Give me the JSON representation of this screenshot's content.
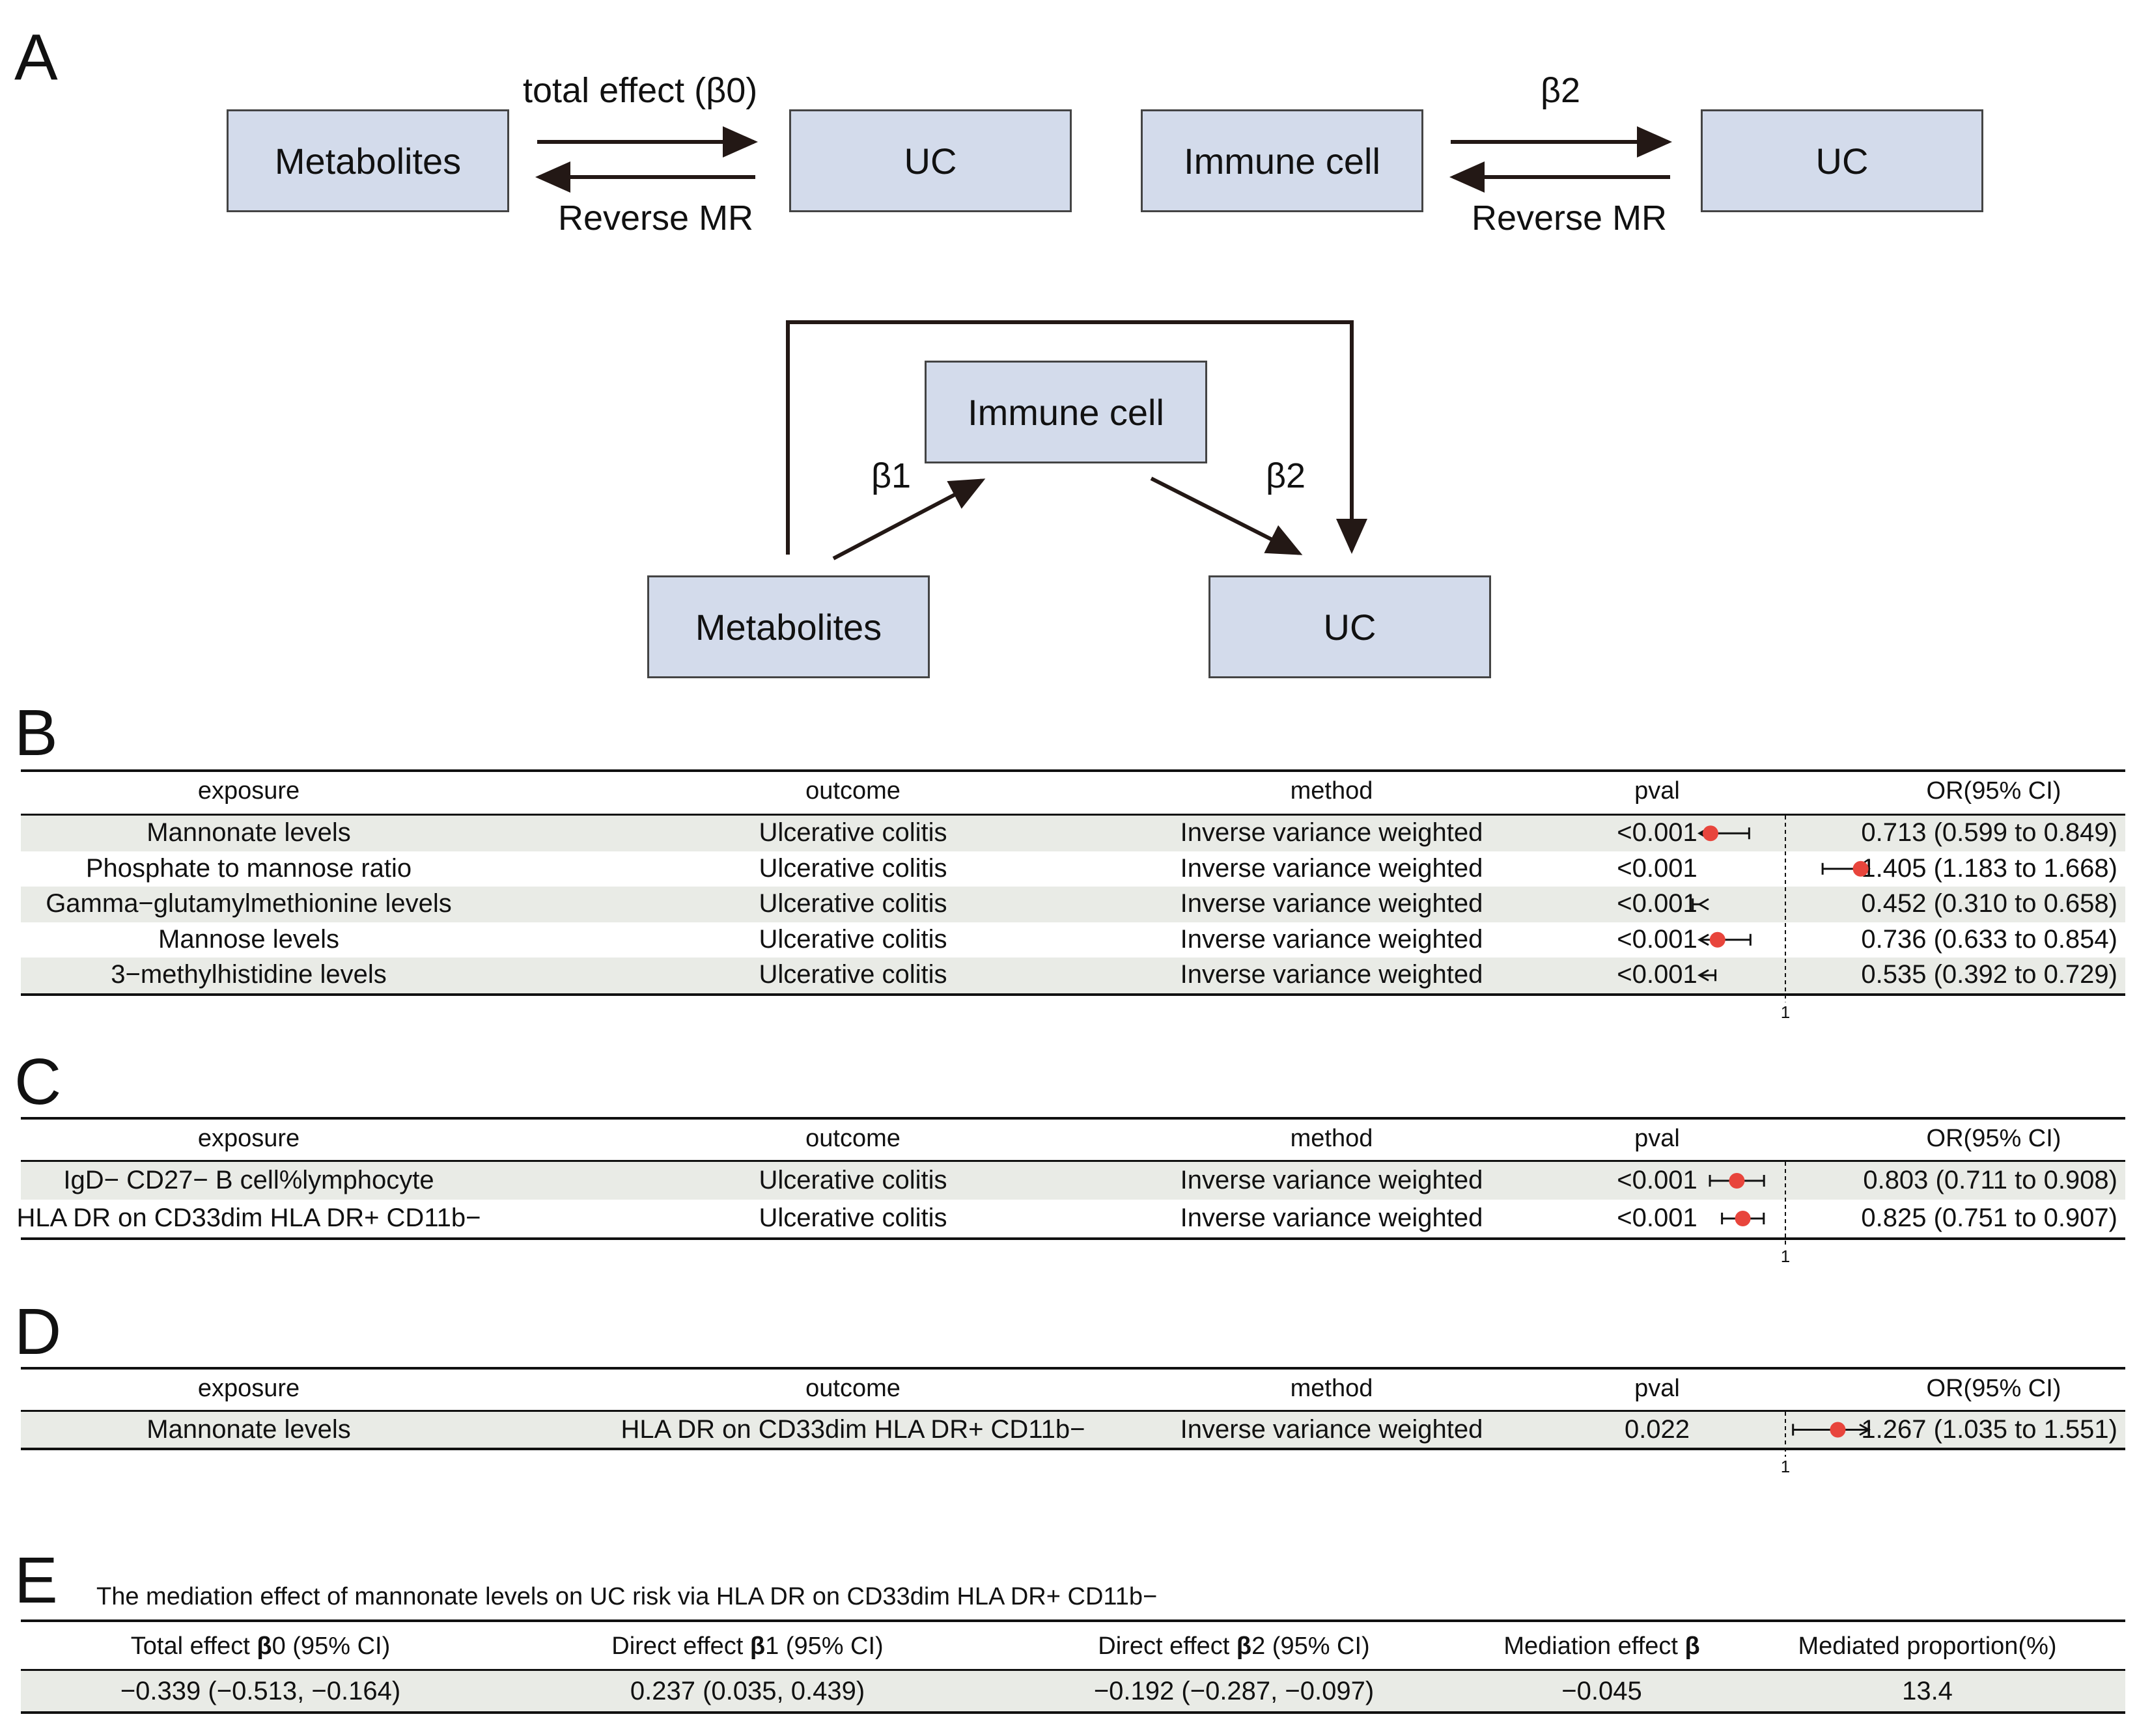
{
  "panel_a": {
    "letter": "A",
    "top_left": {
      "box_left": "Metabolites",
      "box_right": "UC",
      "arrow_top_label": "total effect (β0)",
      "arrow_bottom_label": "Reverse MR"
    },
    "top_right": {
      "box_left": "Immune cell",
      "box_right": "UC",
      "arrow_top_label": "β2",
      "arrow_bottom_label": "Reverse MR"
    },
    "mediation": {
      "box_top": "Immune cell",
      "box_left": "Metabolites",
      "box_right": "UC",
      "label_left": "β1",
      "label_right": "β2"
    }
  },
  "forest_headers": {
    "exposure": "exposure",
    "outcome": "outcome",
    "method": "method",
    "pval": "pval",
    "or": "OR(95% CI)",
    "ref_tick": "1"
  },
  "panel_b": {
    "letter": "B",
    "rows": [
      {
        "exposure": "Mannonate levels",
        "outcome": "Ulcerative colitis",
        "method": "Inverse variance weighted",
        "pval": "<0.001",
        "or_text": "0.713 (0.599 to 0.849)",
        "or": 0.713,
        "lo": 0.599,
        "hi": 0.849
      },
      {
        "exposure": "Phosphate to mannose ratio",
        "outcome": "Ulcerative colitis",
        "method": "Inverse variance weighted",
        "pval": "<0.001",
        "or_text": "1.405 (1.183 to 1.668)",
        "or": 1.405,
        "lo": 1.183,
        "hi": 1.668
      },
      {
        "exposure": "Gamma−glutamylmethionine levels",
        "outcome": "Ulcerative colitis",
        "method": "Inverse variance weighted",
        "pval": "<0.001",
        "or_text": "0.452 (0.310 to 0.658)",
        "or": 0.452,
        "lo": 0.31,
        "hi": 0.658
      },
      {
        "exposure": "Mannose levels",
        "outcome": "Ulcerative colitis",
        "method": "Inverse variance weighted",
        "pval": "<0.001",
        "or_text": "0.736 (0.633 to 0.854)",
        "or": 0.736,
        "lo": 0.633,
        "hi": 0.854
      },
      {
        "exposure": "3−methylhistidine levels",
        "outcome": "Ulcerative colitis",
        "method": "Inverse variance weighted",
        "pval": "<0.001",
        "or_text": "0.535 (0.392 to 0.729)",
        "or": 0.535,
        "lo": 0.392,
        "hi": 0.729
      }
    ]
  },
  "panel_c": {
    "letter": "C",
    "rows": [
      {
        "exposure": "IgD− CD27− B cell%lymphocyte",
        "outcome": "Ulcerative colitis",
        "method": "Inverse variance weighted",
        "pval": "<0.001",
        "or_text": "0.803 (0.711 to 0.908)",
        "or": 0.803,
        "lo": 0.711,
        "hi": 0.908
      },
      {
        "exposure": "HLA DR on CD33dim HLA DR+ CD11b−",
        "outcome": "Ulcerative colitis",
        "method": "Inverse variance weighted",
        "pval": "<0.001",
        "or_text": "0.825 (0.751 to 0.907)",
        "or": 0.825,
        "lo": 0.751,
        "hi": 0.907
      }
    ]
  },
  "panel_d": {
    "letter": "D",
    "rows": [
      {
        "exposure": "Mannonate levels",
        "outcome": "HLA DR on CD33dim HLA DR+ CD11b−",
        "method": "Inverse variance weighted",
        "pval": "0.022",
        "or_text": "1.267 (1.035 to 1.551)",
        "or": 1.267,
        "lo": 1.035,
        "hi": 1.551
      }
    ]
  },
  "panel_e": {
    "letter": "E",
    "caption": "The mediation effect of mannonate levels on UC risk via HLA DR on CD33dim HLA DR+ CD11b−",
    "headers": [
      {
        "pre": "Total effect ",
        "bold": "β",
        "post": "0 (95% CI)"
      },
      {
        "pre": "Direct effect ",
        "bold": "β",
        "post": "1 (95% CI)"
      },
      {
        "pre": "Direct effect ",
        "bold": "β",
        "post": "2 (95% CI)"
      },
      {
        "pre": "Mediation effect ",
        "bold": "β",
        "post": ""
      },
      {
        "pre": "Mediated proportion(%)",
        "bold": "",
        "post": ""
      }
    ],
    "values": [
      "−0.339 (−0.513, −0.164)",
      "0.237 (0.035, 0.439)",
      "−0.192 (−0.287, −0.097)",
      "−0.045",
      "13.4"
    ]
  },
  "colors": {
    "box_fill": "#d3dbeb",
    "row_shade": "#e9ebe6",
    "point": "#e8453c",
    "arrow": "#231815"
  }
}
